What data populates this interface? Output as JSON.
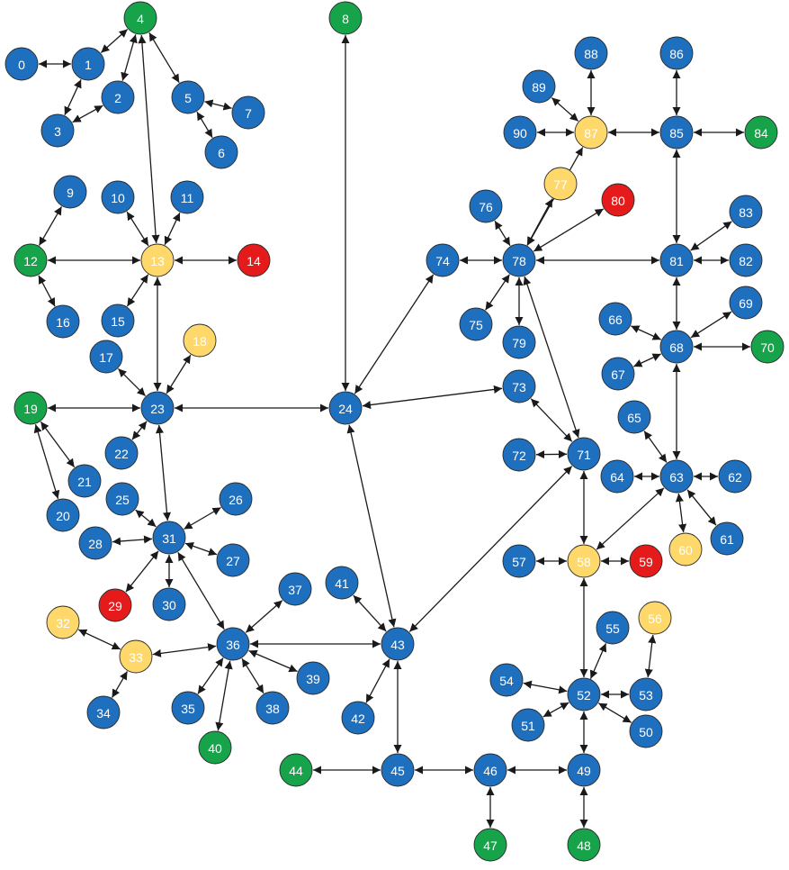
{
  "colors": {
    "blue": "#1f6fbf",
    "green": "#16a34a",
    "red": "#e51b1b",
    "yellow": "#ffd86b",
    "line": "#1a1a1a"
  },
  "nodes": [
    {
      "id": "0",
      "color": "blue"
    },
    {
      "id": "1",
      "color": "blue"
    },
    {
      "id": "2",
      "color": "blue"
    },
    {
      "id": "3",
      "color": "blue"
    },
    {
      "id": "4",
      "color": "green"
    },
    {
      "id": "5",
      "color": "blue"
    },
    {
      "id": "6",
      "color": "blue"
    },
    {
      "id": "7",
      "color": "blue"
    },
    {
      "id": "8",
      "color": "green"
    },
    {
      "id": "9",
      "color": "blue"
    },
    {
      "id": "10",
      "color": "blue"
    },
    {
      "id": "11",
      "color": "blue"
    },
    {
      "id": "12",
      "color": "green"
    },
    {
      "id": "13",
      "color": "yellow"
    },
    {
      "id": "14",
      "color": "red"
    },
    {
      "id": "15",
      "color": "blue"
    },
    {
      "id": "16",
      "color": "blue"
    },
    {
      "id": "17",
      "color": "blue"
    },
    {
      "id": "18",
      "color": "yellow"
    },
    {
      "id": "19",
      "color": "green"
    },
    {
      "id": "20",
      "color": "blue"
    },
    {
      "id": "21",
      "color": "blue"
    },
    {
      "id": "22",
      "color": "blue"
    },
    {
      "id": "23",
      "color": "blue"
    },
    {
      "id": "24",
      "color": "blue"
    },
    {
      "id": "25",
      "color": "blue"
    },
    {
      "id": "26",
      "color": "blue"
    },
    {
      "id": "27",
      "color": "blue"
    },
    {
      "id": "28",
      "color": "blue"
    },
    {
      "id": "29",
      "color": "red"
    },
    {
      "id": "30",
      "color": "blue"
    },
    {
      "id": "31",
      "color": "blue"
    },
    {
      "id": "32",
      "color": "yellow"
    },
    {
      "id": "33",
      "color": "yellow"
    },
    {
      "id": "34",
      "color": "blue"
    },
    {
      "id": "35",
      "color": "blue"
    },
    {
      "id": "36",
      "color": "blue"
    },
    {
      "id": "37",
      "color": "blue"
    },
    {
      "id": "38",
      "color": "blue"
    },
    {
      "id": "39",
      "color": "blue"
    },
    {
      "id": "40",
      "color": "green"
    },
    {
      "id": "41",
      "color": "blue"
    },
    {
      "id": "42",
      "color": "blue"
    },
    {
      "id": "43",
      "color": "blue"
    },
    {
      "id": "44",
      "color": "green"
    },
    {
      "id": "45",
      "color": "blue"
    },
    {
      "id": "46",
      "color": "blue"
    },
    {
      "id": "47",
      "color": "green"
    },
    {
      "id": "48",
      "color": "green"
    },
    {
      "id": "49",
      "color": "blue"
    },
    {
      "id": "50",
      "color": "blue"
    },
    {
      "id": "51",
      "color": "blue"
    },
    {
      "id": "52",
      "color": "blue"
    },
    {
      "id": "53",
      "color": "blue"
    },
    {
      "id": "54",
      "color": "blue"
    },
    {
      "id": "55",
      "color": "blue"
    },
    {
      "id": "56",
      "color": "yellow"
    },
    {
      "id": "57",
      "color": "blue"
    },
    {
      "id": "58",
      "color": "yellow"
    },
    {
      "id": "59",
      "color": "red"
    },
    {
      "id": "60",
      "color": "yellow"
    },
    {
      "id": "61",
      "color": "blue"
    },
    {
      "id": "62",
      "color": "blue"
    },
    {
      "id": "63",
      "color": "blue"
    },
    {
      "id": "64",
      "color": "blue"
    },
    {
      "id": "65",
      "color": "blue"
    },
    {
      "id": "66",
      "color": "blue"
    },
    {
      "id": "67",
      "color": "blue"
    },
    {
      "id": "68",
      "color": "blue"
    },
    {
      "id": "69",
      "color": "blue"
    },
    {
      "id": "70",
      "color": "green"
    },
    {
      "id": "71",
      "color": "blue"
    },
    {
      "id": "72",
      "color": "blue"
    },
    {
      "id": "73",
      "color": "blue"
    },
    {
      "id": "74",
      "color": "blue"
    },
    {
      "id": "75",
      "color": "blue"
    },
    {
      "id": "76",
      "color": "blue"
    },
    {
      "id": "77",
      "color": "yellow"
    },
    {
      "id": "78",
      "color": "blue"
    },
    {
      "id": "79",
      "color": "blue"
    },
    {
      "id": "80",
      "color": "red"
    },
    {
      "id": "81",
      "color": "blue"
    },
    {
      "id": "82",
      "color": "blue"
    },
    {
      "id": "83",
      "color": "blue"
    },
    {
      "id": "84",
      "color": "green"
    },
    {
      "id": "85",
      "color": "blue"
    },
    {
      "id": "86",
      "color": "blue"
    },
    {
      "id": "87",
      "color": "yellow"
    },
    {
      "id": "88",
      "color": "blue"
    },
    {
      "id": "89",
      "color": "blue"
    },
    {
      "id": "90",
      "color": "blue"
    }
  ],
  "edges": [
    [
      "0",
      "1"
    ],
    [
      "1",
      "4"
    ],
    [
      "1",
      "3"
    ],
    [
      "2",
      "4"
    ],
    [
      "2",
      "3"
    ],
    [
      "4",
      "5"
    ],
    [
      "4",
      "13"
    ],
    [
      "5",
      "7"
    ],
    [
      "5",
      "6"
    ],
    [
      "8",
      "24"
    ],
    [
      "9",
      "12"
    ],
    [
      "10",
      "13"
    ],
    [
      "11",
      "13"
    ],
    [
      "12",
      "13"
    ],
    [
      "13",
      "14"
    ],
    [
      "12",
      "16"
    ],
    [
      "13",
      "15"
    ],
    [
      "13",
      "23"
    ],
    [
      "17",
      "23"
    ],
    [
      "18",
      "23"
    ],
    [
      "19",
      "23"
    ],
    [
      "19",
      "21"
    ],
    [
      "19",
      "20"
    ],
    [
      "22",
      "23"
    ],
    [
      "23",
      "24"
    ],
    [
      "23",
      "31"
    ],
    [
      "24",
      "74"
    ],
    [
      "24",
      "73"
    ],
    [
      "24",
      "43"
    ],
    [
      "25",
      "31"
    ],
    [
      "26",
      "31"
    ],
    [
      "27",
      "31"
    ],
    [
      "28",
      "31"
    ],
    [
      "29",
      "31"
    ],
    [
      "30",
      "31"
    ],
    [
      "31",
      "36"
    ],
    [
      "32",
      "33"
    ],
    [
      "33",
      "36"
    ],
    [
      "33",
      "34"
    ],
    [
      "35",
      "36"
    ],
    [
      "36",
      "37"
    ],
    [
      "36",
      "38"
    ],
    [
      "36",
      "39"
    ],
    [
      "36",
      "40"
    ],
    [
      "36",
      "43"
    ],
    [
      "41",
      "43"
    ],
    [
      "42",
      "43"
    ],
    [
      "43",
      "45"
    ],
    [
      "43",
      "71"
    ],
    [
      "44",
      "45"
    ],
    [
      "45",
      "46"
    ],
    [
      "46",
      "47"
    ],
    [
      "46",
      "49"
    ],
    [
      "48",
      "49"
    ],
    [
      "49",
      "52"
    ],
    [
      "50",
      "52"
    ],
    [
      "51",
      "52"
    ],
    [
      "52",
      "53"
    ],
    [
      "54",
      "52"
    ],
    [
      "55",
      "52"
    ],
    [
      "53",
      "56"
    ],
    [
      "52",
      "58"
    ],
    [
      "57",
      "58"
    ],
    [
      "58",
      "59"
    ],
    [
      "58",
      "71"
    ],
    [
      "58",
      "63"
    ],
    [
      "60",
      "63"
    ],
    [
      "61",
      "63"
    ],
    [
      "62",
      "63"
    ],
    [
      "64",
      "63"
    ],
    [
      "65",
      "63"
    ],
    [
      "63",
      "68"
    ],
    [
      "66",
      "68"
    ],
    [
      "67",
      "68"
    ],
    [
      "68",
      "69"
    ],
    [
      "68",
      "70"
    ],
    [
      "68",
      "81"
    ],
    [
      "71",
      "72"
    ],
    [
      "71",
      "73"
    ],
    [
      "71",
      "78"
    ],
    [
      "74",
      "78"
    ],
    [
      "75",
      "78"
    ],
    [
      "76",
      "78"
    ],
    [
      "77",
      "78"
    ],
    [
      "78",
      "79"
    ],
    [
      "78",
      "80"
    ],
    [
      "78",
      "81"
    ],
    [
      "78",
      "87"
    ],
    [
      "81",
      "82"
    ],
    [
      "81",
      "83"
    ],
    [
      "81",
      "85"
    ],
    [
      "84",
      "85"
    ],
    [
      "85",
      "86"
    ],
    [
      "85",
      "87"
    ],
    [
      "87",
      "88"
    ],
    [
      "87",
      "89"
    ],
    [
      "87",
      "90"
    ]
  ]
}
